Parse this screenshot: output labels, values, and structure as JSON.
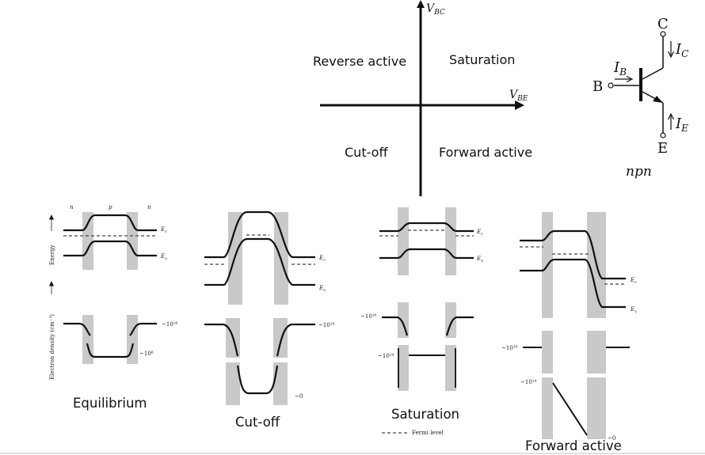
{
  "mode_map": {
    "y_axis_label": "V",
    "y_axis_sub": "BC",
    "x_axis_label": "V",
    "x_axis_sub": "BE",
    "quadrants": {
      "top_left": "Reverse active",
      "top_right": "Saturation",
      "bottom_left": "Cut-off",
      "bottom_right": "Forward active"
    }
  },
  "transistor": {
    "collector": "C",
    "base": "B",
    "emitter": "E",
    "ic": "I",
    "ic_sub": "C",
    "ib": "I",
    "ib_sub": "B",
    "ie": "I",
    "ie_sub": "E",
    "type": "npn"
  },
  "diagrams": {
    "region_n1": "n",
    "region_p": "p",
    "region_n2": "n",
    "ylabel_energy": "Energy",
    "ylabel_density": "Electron density (cm⁻³)",
    "ec": "E",
    "ec_sub": "c",
    "ev": "E",
    "ev_sub": "v",
    "eq_high": "~10¹⁶",
    "eq_low": "~10⁶",
    "co_high": "~10¹⁶",
    "co_low": "~0",
    "sat_high": "~10¹⁶",
    "sat_low": "~10¹⁴",
    "fa_high": "~10¹⁶",
    "fa_low": "~10¹⁴",
    "fa_zero": "~0",
    "legend": "Fermi level",
    "captions": {
      "equilibrium": "Equilibrium",
      "cutoff": "Cut-off",
      "saturation": "Saturation",
      "forward_active": "Forward active"
    }
  }
}
